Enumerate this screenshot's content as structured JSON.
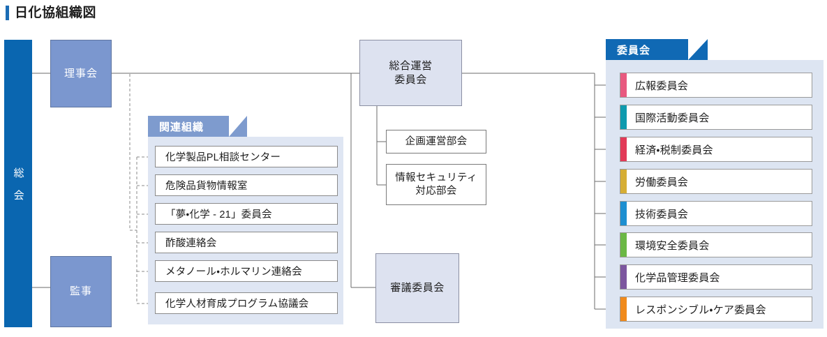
{
  "page": {
    "title": "日化協組織図",
    "accent_color": "#1b6cb5"
  },
  "assembly": {
    "label": "総　会",
    "color": "#0a66b0"
  },
  "board_nodes": [
    {
      "name": "board",
      "label": "理事会",
      "color": "#7b97cf"
    },
    {
      "name": "auditor",
      "label": "監事",
      "color": "#7b97cf"
    }
  ],
  "center_column": {
    "general_management": {
      "label_line1": "総合運営",
      "label_line2": "委員会",
      "color": "#dde2f0"
    },
    "subcommittees": [
      {
        "name": "planning",
        "label_line1": "企画運営部会",
        "label_line2": ""
      },
      {
        "name": "infosec",
        "label_line1": "情報セキュリティ",
        "label_line2": "対応部会"
      }
    ],
    "deliberation": {
      "label": "審議委員会",
      "color": "#dde2f0"
    }
  },
  "related_panel": {
    "badge": "関連組織",
    "badge_color": "#7e9bce",
    "background": "#dfe6f3",
    "items": [
      {
        "label": "化学製品PL相談センター"
      },
      {
        "label": "危険品貨物情報室"
      },
      {
        "label": "「夢・化学 - 21」委員会"
      },
      {
        "label": "酢酸連絡会"
      },
      {
        "label": "メタノール・ホルマリン連絡会"
      },
      {
        "label": "化学人材育成プログラム協議会"
      }
    ]
  },
  "committee_panel": {
    "badge": "委員会",
    "badge_color": "#1069b4",
    "background": "#dde5f2",
    "items": [
      {
        "label": "広報委員会",
        "accent": "#e8597f"
      },
      {
        "label": "国際活動委員会",
        "accent": "#0e9aae"
      },
      {
        "label": "経済・税制委員会",
        "accent": "#e23a58"
      },
      {
        "label": "労働委員会",
        "accent": "#d6ae35"
      },
      {
        "label": "技術委員会",
        "accent": "#1d8fd1"
      },
      {
        "label": "環境安全委員会",
        "accent": "#6bb845"
      },
      {
        "label": "化学品管理委員会",
        "accent": "#7c569f"
      },
      {
        "label": "レスポンシブル・ケア委員会",
        "accent": "#f08a1c"
      }
    ]
  },
  "connectors": {
    "line_color": "#6b6b6b",
    "dashed_color": "#8a8a8a"
  }
}
